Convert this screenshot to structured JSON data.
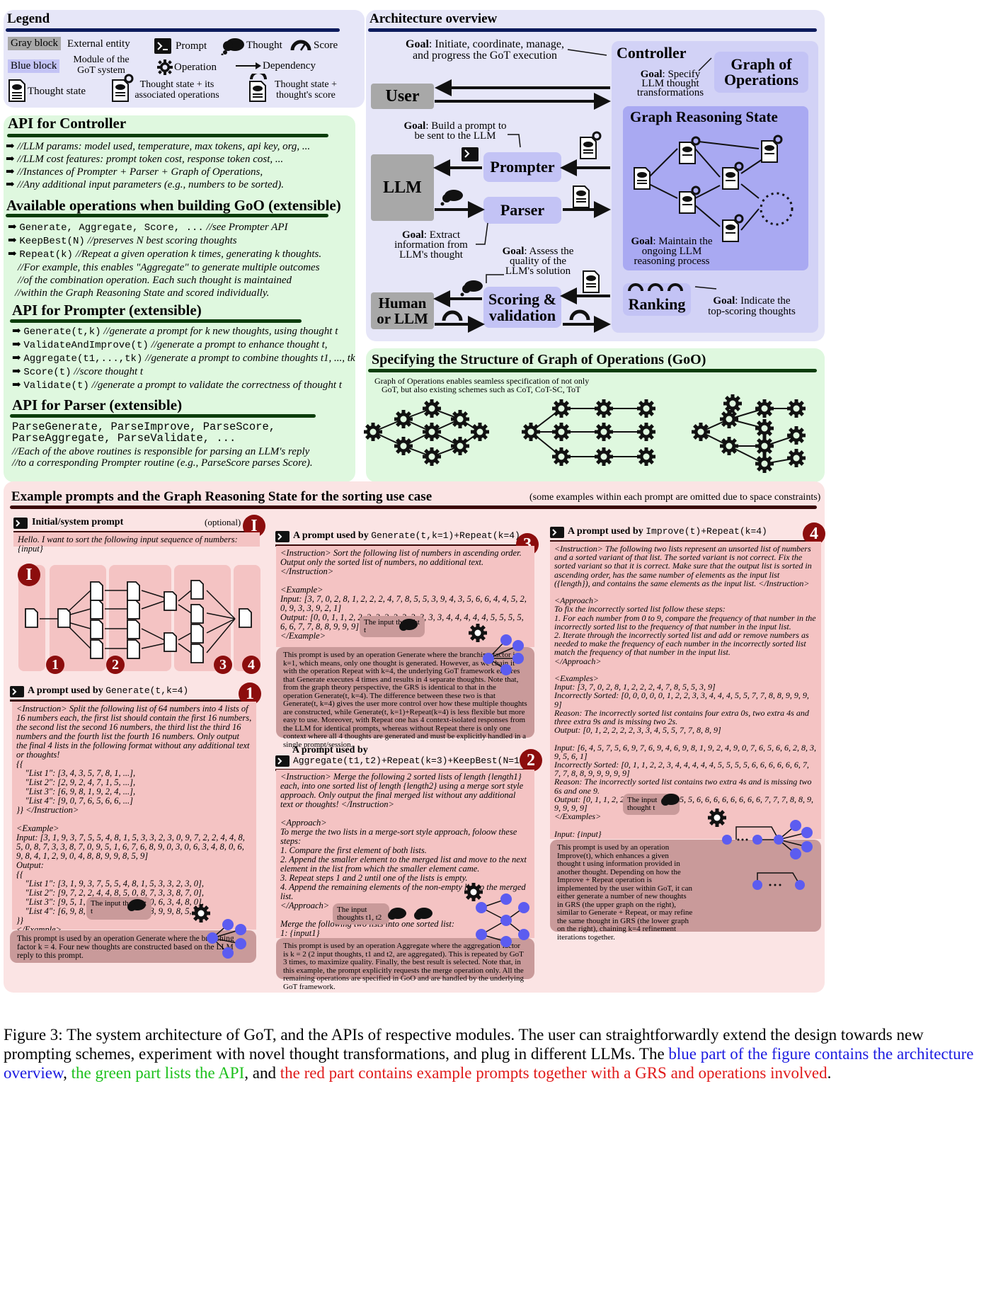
{
  "legend": {
    "title": "Legend",
    "gray_block": "Gray block",
    "external_entity": "External entity",
    "blue_block": "Blue block",
    "module_text": "Module of the GoT system",
    "prompt": "Prompt",
    "thought": "Thought",
    "score": "Score",
    "operation": "Operation",
    "dependency": "Dependency",
    "thought_state": "Thought state",
    "thought_state_ops": "Thought state + its associated operations",
    "thought_state_score": "Thought state + thought's score"
  },
  "architecture": {
    "title": "Architecture overview",
    "goal_label": "Goal",
    "controller": "Controller",
    "goal_controller": ": Initiate, coordinate, manage, and progress the GoT execution",
    "goo": "Graph of Operations",
    "goal_goo": ": Specify LLM thought transformations",
    "grs": "Graph Reasoning State",
    "goal_grs": ": Maintain the ongoing LLM reasoning process",
    "user": "User",
    "llm": "LLM",
    "prompter": "Prompter",
    "goal_prompter": ": Build a prompt to be sent to the LLM",
    "parser": "Parser",
    "goal_parser": ": Extract information from LLM's thought",
    "human_or_llm": "Human or LLM",
    "scoring": "Scoring & validation",
    "goal_scoring": ": Assess the quality of the LLM's solution",
    "ranking": "Ranking",
    "goal_ranking": ": Indicate the top-scoring thoughts"
  },
  "api_controller": {
    "title": "API for Controller",
    "lines": [
      "//LLM params: model used, temperature, max tokens, api key, org, ...",
      "//LLM cost features: prompt token cost, response token cost, ...",
      "//Instances of Prompter + Parser + Graph of Operations,",
      "//Any additional input parameters (e.g., numbers to be sorted)."
    ]
  },
  "ops": {
    "title": "Available operations when building GoO (extensible)",
    "l1_code": "Generate, Aggregate, Score, ...",
    "l1_comment": " //see Prompter API",
    "l2_code": "KeepBest(N)",
    "l2_comment": " //preserves N best scoring thoughts",
    "l3_code": "Repeat(k)",
    "l3_comment": " //Repeat a given operation k times, generating k thoughts.",
    "more": [
      "//For example, this enables \"Aggregate\" to generate multiple outcomes",
      "//of the combination operation. Each such thought is maintained",
      "//within the Graph Reasoning State and scored individually."
    ]
  },
  "api_prompter": {
    "title": "API for Prompter (extensible)",
    "items": [
      {
        "code": "Generate(t,k)",
        "comment": " //generate a prompt for k new thoughts, using thought t"
      },
      {
        "code": "ValidateAndImprove(t)",
        "comment": " //generate a prompt to enhance thought t,"
      },
      {
        "code": "Aggregate(t1,...,tk)",
        "comment": " //generate a prompt to combine thoughts t1, ..., tk"
      },
      {
        "code": "Score(t)",
        "comment": " //score thought t"
      },
      {
        "code": "Validate(t)",
        "comment": " //generate a prompt to validate the correctness of thought t"
      }
    ]
  },
  "api_parser": {
    "title": "API for Parser (extensible)",
    "code1": "ParseGenerate, ParseImprove, ParseScore,",
    "code2": "ParseAggregate, ParseValidate, ...",
    "c1": "//Each of the above routines is responsible for parsing an LLM's reply",
    "c2": "//to a corresponding Prompter routine (e.g., ParseScore parses Score)."
  },
  "goo_struct": {
    "title": "Specifying the Structure of Graph of Operations (GoO)",
    "desc1": "Graph of Operations enables seamless specification of not only",
    "desc2": "GoT, but also existing schemes such as CoT, CoT-SC, ToT"
  },
  "examples": {
    "title": "Example prompts and the Graph Reasoning State for the sorting use case",
    "note": "(some examples within each prompt are omitted due to space constraints)",
    "badges": [
      "I",
      "1",
      "2",
      "3",
      "4"
    ],
    "initial_title": "Initial/system prompt",
    "optional": "(optional)",
    "initial_text": "Hello. I want to sort the following input sequence of numbers: {input}",
    "p1_title": "A prompt used by ",
    "p1_code": "Generate(t,k=4)",
    "p1_text": "<Instruction> Split the following list of 64 numbers into 4 lists of 16 numbers each, the first list should contain the first 16 numbers, the second list the second 16 numbers, the third list the third 16 numbers and the fourth list the fourth 16 numbers. Only output the final 4 lists in the following format without any additional text or thoughts!\n{{\n    \"List 1\": [3, 4, 3, 5, 7, 8, 1, ...],\n    \"List 2\": [2, 9, 2, 4, 7, 1, 5, ...],\n    \"List 3\": [6, 9, 8, 1, 9, 2, 4, ...],\n    \"List 4\": [9, 0, 7, 6, 5, 6, 6, ...]\n}} </Instruction>\n\n<Example>\nInput: [3, 1, 9, 3, 7, 5, 5, 4, 8, 1, 5, 3, 3, 2, 3, 0, 9, 7, 2, 2, 4, 4, 8, 5, 0, 8, 7, 3, 3, 8, 7, 0, 9, 5, 1, 6, 7, 6, 8, 9, 0, 3, 0, 6, 3, 4, 8, 0, 6, 9, 8, 4, 1, 2, 9, 0, 4, 8, 8, 9, 9, 8, 5, 9]\nOutput:\n{{\n    \"List 1\": [3, 1, 9, 3, 7, 5, 5, 4, 8, 1, 5, 3, 3, 2, 3, 0],\n    \"List 2\": [9, 7, 2, 2, 4, 4, 8, 5, 0, 8, 7, 3, 3, 8, 7, 0],\n    \"List 3\": [9, 5, 1, 6, 7, 6, 8, 9, 0, 3, 0, 6, 3, 4, 8, 0],\n    \"List 4\": [6, 9, 8, 4, 1, 2, 9, 0, 4, 8, 8, 9, 9, 8, 5, 9]\n}}\n</Example>\n\nInput: {input}",
    "the_input_t": "The input thought t",
    "p1_note": "This prompt is used by an operation Generate where the branching factor k = 4. Four new thoughts are constructed based on the LLM reply to this prompt.",
    "p3_title": "A prompt used by ",
    "p3_code": "Generate(t,k=1)+Repeat(k=4)",
    "p3_text": "<Instruction> Sort the following list of numbers in ascending order. Output only the sorted list of numbers, no additional text. </Instruction>\n\n<Example>\nInput: [3, 7, 0, 2, 8, 1, 2, 2, 2, 4, 7, 8, 5, 5, 3, 9, 4, 3, 5, 6, 6, 4, 4, 5, 2, 0, 9, 3, 3, 9, 2, 1]\nOutput: [0, 0, 1, 1, 2, 2, 2, 2, 2, 2, 3, 3, 3, 3, 3, 4, 4, 4, 4, 4, 5, 5, 5, 5, 6, 6, 7, 7, 8, 8, 9, 9, 9]\n</Example>\n\nInput: {input}",
    "p3_note": "This prompt is used by an operation Generate where the branching factor is k=1, which means, only one thought is generated. However, as we chain it with the operation Repeat with k=4, the underlying GoT framework ensures that Generate executes 4 times and results in 4 separate thoughts. Note that, from the graph theory perspective, the GRS is identical to that in the operation Generate(t, k=4). The difference between these two is that Generate(t, k=4) gives the user more control over how these multiple thoughts are constructed, while Generate(t, k=1)+Repeat(k=4) is less flexible but more easy to use. Moreover, with Repeat one has 4 context-isolated responses from the LLM for identical prompts, whereas without Repeat there is only one context where all 4 thoughts are generated and must be explicitly handled in a single prompt/session.",
    "p2_title": "A prompt used by",
    "p2_code": "Aggregate(t1,t2)+Repeat(k=3)+KeepBest(N=1)",
    "p2_text": "<Instruction> Merge the following 2 sorted lists of length {length1} each, into one sorted list of length {length2} using a merge sort style approach. Only output the final merged list without any additional text or thoughts! </Instruction>\n\n<Approach>\nTo merge the two lists in a merge-sort style approach, foloow these steps:\n1. Compare the first element of both lists.\n2. Append the smaller element to the merged list and move to the next element in the list from which the smaller element came.\n3. Repeat steps 1 and 2 until one of the lists is empty.\n4. Append the remaining elements of the non-empty list to the merged list.\n</Approach>\n\nMerge the following two lists into one sorted list:\n1: {input1}\n2: {input2}\n\nMerged list:",
    "the_input_t1t2": "The input thoughts t1, t2",
    "p2_note": "This prompt is used by an operation Aggregate where the aggregation factor is k = 2 (2 input thoughts, t1 and t2, are aggregated). This is repeated by GoT 3 times, to maximize quality. Finally, the best result is selected. Note that, in this example, the prompt explicitly requests the merge operation only. All the remaining operations are specified in GoO and are handled by the underlying GoT framework.",
    "p4_title": "A prompt used by ",
    "p4_code": "Improve(t)+Repeat(k=4)",
    "p4_text": "<Instruction> The following two lists represent an unsorted list of numbers and a sorted variant of that list. The sorted variant is not correct. Fix the sorted variant so that it is correct. Make sure that the output list is sorted in ascending order, has the same number of elements as the input list ({length}), and contains the same elements as the input list. </Instruction>\n\n<Approach>\nTo fix the incorrectly sorted list follow these steps:\n1. For each number from 0 to 9, compare the frequency of that number in the incorrectly sorted list to the frequency of that number in the input list.\n2. Iterate through the incorrectly sorted list and add or remove numbers as needed to make the frequency of each number in the incorrectly sorted list match the frequency of that number in the input list.\n</Approach>\n\n<Examples>\nInput: [3, 7, 0, 2, 8, 1, 2, 2, 2, 4, 7, 8, 5, 5, 3, 9]\nIncorrectly Sorted: [0, 0, 0, 0, 0, 1, 2, 2, 3, 3, 4, 4, 4, 5, 5, 7, 7, 8, 8, 9, 9, 9, 9]\nReason: The incorrectly sorted list contains four extra 0s, two extra 4s and three extra 9s and is missing two 2s.\nOutput: [0, 1, 2, 2, 2, 2, 3, 3, 4, 5, 5, 7, 7, 8, 8, 9]\n\nInput: [6, 4, 5, 7, 5, 6, 9, 7, 6, 9, 4, 6, 9, 8, 1, 9, 2, 4, 9, 0, 7, 6, 5, 6, 6, 2, 8, 3, 9, 5, 6, 1]\nIncorrectly Sorted: [0, 1, 1, 2, 2, 3, 4, 4, 4, 4, 4, 5, 5, 5, 5, 6, 6, 6, 6, 6, 6, 7, 7, 7, 8, 8, 9, 9, 9, 9, 9]\nReason: The incorrectly sorted list contains two extra 4s and is missing two 6s and one 9.\nOutput: [0, 1, 1, 2, 2, 3, 4, 4, 4, 5, 5, 5, 5, 6, 6, 6, 6, 6, 6, 6, 6, 7, 7, 7, 8, 8, 9, 9, 9, 9, 9]\n</Examples>\n\nInput: {input}\nIncorrectly Sorted: {incorrectly_sorted}",
    "p4_note": "This prompt is used by an operation Improve(t), which enhances a given thought t using information provided in another thought. Depending on how the Improve + Repeat operation is implemented by the user within GoT, it can either generate a number of new thoughts in GRS (the upper graph on the right), similar to Generate + Repeat, or may refine the same thought in GRS (the lower graph on the right), chaining k=4 refinement iterations together."
  },
  "caption": {
    "part1": "Figure 3: The system architecture of GoT, and the APIs of respective modules. The user can straightforwardly extend the design towards new prompting schemes, experiment with novel thought transformations, and plug in different LLMs. The ",
    "blue": "blue part of the figure contains the architecture overview",
    "mid1": ", ",
    "green": "the green part lists the API",
    "mid2": ", and ",
    "red": "the red part contains example prompts together with a GRS and operations involved",
    "end": "."
  },
  "colors": {
    "blue_panel": "#e6e6f8",
    "green_panel": "#dff8df",
    "red_panel": "#fbe4e4",
    "module_blue": "#c3c3f5",
    "grs_blue": "#a9a9f2",
    "badge": "#8c0d0d",
    "node_blue": "#5c5cf0"
  }
}
